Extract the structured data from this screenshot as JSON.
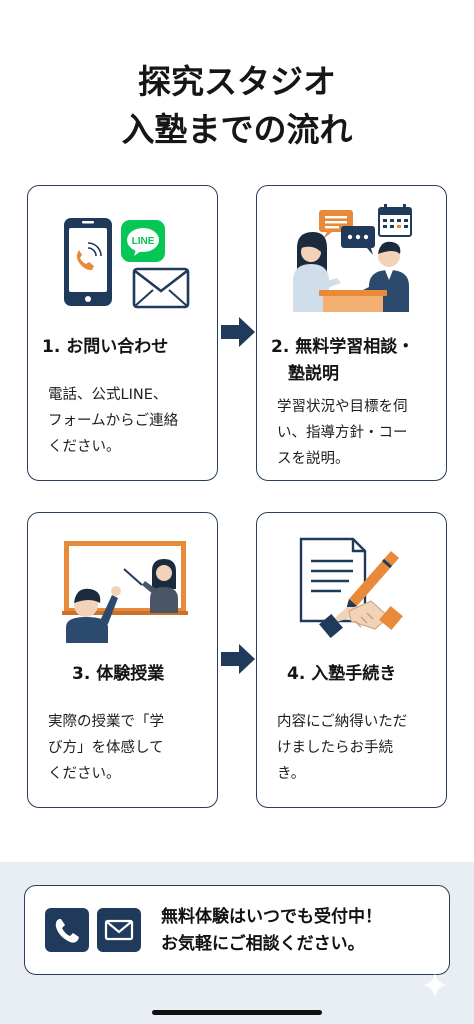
{
  "header": {
    "title_line1": "探究スタジオ",
    "title_line2": "入塾までの流れ"
  },
  "steps": [
    {
      "title": "1. お問い合わせ",
      "desc_lines": [
        "電話、公式LINE、",
        "フォームからご連絡",
        "ください。"
      ],
      "icons": [
        "smartphone-call-icon",
        "line-app-icon",
        "envelope-icon"
      ],
      "line_badge": "LINE"
    },
    {
      "title_lines": [
        "2. 無料学習相談・",
        "塾説明"
      ],
      "desc_lines": [
        "学習状況や目標を伺",
        "い、指導方針・コー",
        "スを説明。"
      ],
      "icons": [
        "chat-bubbles-icon",
        "calendar-icon",
        "consultation-illustration"
      ]
    },
    {
      "title": "3. 体験授業",
      "desc_lines": [
        "実際の授業で「学",
        "び方」を体感して",
        "ください。"
      ],
      "icons": [
        "classroom-illustration"
      ]
    },
    {
      "title": "4. 入塾手続き",
      "desc_lines": [
        "内容にご納得いただ",
        "けましたらお手続",
        "き。"
      ],
      "icons": [
        "document-pen-icon",
        "handshake-icon"
      ]
    }
  ],
  "contact": {
    "line1": "無料体験はいつでも受付中！",
    "line2": "お気軽にご相談ください。",
    "icons": [
      "phone-icon",
      "mail-icon"
    ]
  },
  "colors": {
    "navy": "#1f3a5b",
    "line_green": "#06c755",
    "orange": "#e88a3a",
    "band": "#e9eef4"
  }
}
